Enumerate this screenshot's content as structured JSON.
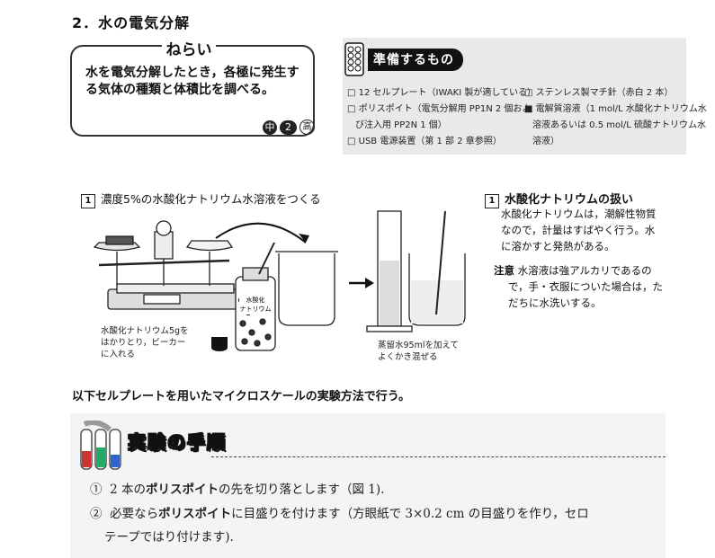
{
  "title": "2．水の電気分解",
  "aim": {
    "label": "ねらい",
    "text": "水を電気分解したとき，各極に発生する気体の種類と体積比を調べる。",
    "grade_prefix": "中",
    "grade_number": "2",
    "grade_suffix": "高"
  },
  "prep": {
    "title": "準備するもの",
    "left_items": [
      "□ 12 セルプレート（IWAKI 製が適している）",
      "□ ポリスポイト（電気分解用 PP1N 2 個およ",
      "び注入用 PP2N 1 個）",
      "□ USB 電源装置（第 1 部 2 章参照）"
    ],
    "right_items": [
      "□ ステンレス製マチ針（赤白 2 本）",
      "■ 電解質溶液（1 mol/L 水酸化ナトリウム水",
      "溶液あるいは 0.5 mol/L 硫酸ナトリウム水",
      "溶液）"
    ]
  },
  "section1": {
    "num": "1",
    "heading": "濃度5%の水酸化ナトリウム水溶液をつくる",
    "caption_left": [
      "水酸化ナトリウム5gを",
      "はかりとり，ビーカー",
      "に入れる"
    ],
    "bottle_label": [
      "水酸化",
      "ナトリウム"
    ],
    "caption_right": [
      "蒸留水95mlを加えて",
      "よくかき混ぜる"
    ]
  },
  "note": {
    "num": "1",
    "heading": "水酸化ナトリウムの扱い",
    "body": [
      "水酸化ナトリウムは，潮解性物質",
      "なので，計量はすばやく行う。水",
      "に溶かすと発熱がある。"
    ],
    "caution_label": "注意",
    "caution": [
      "水溶液は強アルカリであるの",
      "で，手・衣服についた場合は，た",
      "だちに水洗いする。"
    ]
  },
  "mid_heading": "以下セルプレートを用いたマイクロスケールの実験方法で行う。",
  "procedure": {
    "title": "実験の手順",
    "steps": [
      {
        "num": "①",
        "pre": "2 本の",
        "bold": "ポリスポイト",
        "post": "の先を切り落とします（図 1)."
      },
      {
        "num": "②",
        "pre": "必要なら",
        "bold": "ポリスポイト",
        "post": "に目盛りを付けます（方眼紙で 3×0.2 cm の目盛りを作り，セロ"
      }
    ],
    "step2_cont": "テープではり付けます)."
  }
}
